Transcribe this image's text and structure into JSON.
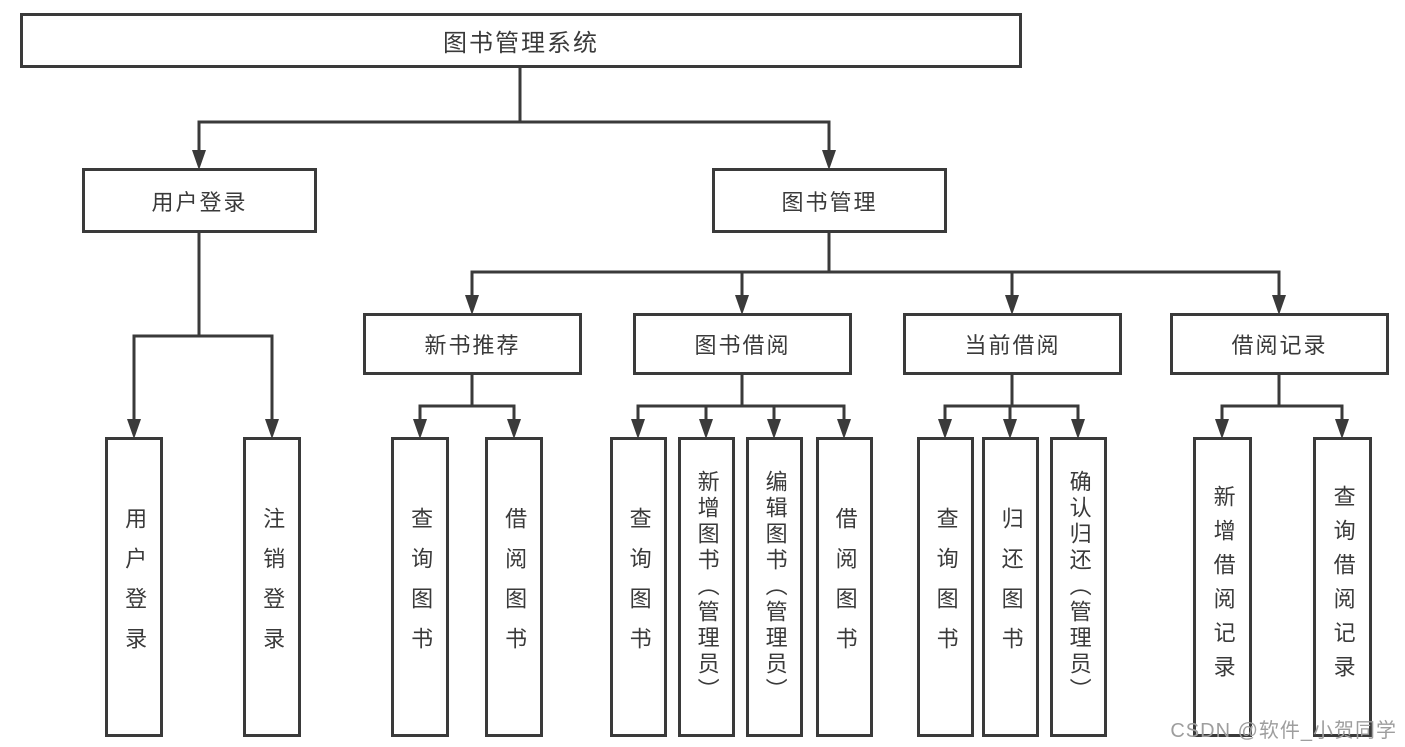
{
  "diagram_title": "图书管理系统",
  "tree": {
    "root": {
      "label": "图书管理系统"
    },
    "branches": [
      {
        "label": "用户登录",
        "children": [
          {
            "label": "用户登录"
          },
          {
            "label": "注销登录"
          }
        ]
      },
      {
        "label": "图书管理",
        "children": [
          {
            "label": "新书推荐",
            "children": [
              {
                "label": "查询图书"
              },
              {
                "label": "借阅图书"
              }
            ]
          },
          {
            "label": "图书借阅",
            "children": [
              {
                "label": "查询图书"
              },
              {
                "label": "新增图书（管理员）"
              },
              {
                "label": "编辑图书（管理员）"
              },
              {
                "label": "借阅图书"
              }
            ]
          },
          {
            "label": "当前借阅",
            "children": [
              {
                "label": "查询图书"
              },
              {
                "label": "归还图书"
              },
              {
                "label": "确认归还（管理员）"
              }
            ]
          },
          {
            "label": "借阅记录",
            "children": [
              {
                "label": "新增借阅记录"
              },
              {
                "label": "查询借阅记录"
              }
            ]
          }
        ]
      }
    ]
  },
  "watermark": {
    "text": "CSDN @软件_小贺同学"
  },
  "colors": {
    "line": "#3a3a3a",
    "text": "#3a3a3a",
    "box_background": "#ffffff",
    "page_background": "#ffffff",
    "watermark": "#9e9e9e"
  }
}
